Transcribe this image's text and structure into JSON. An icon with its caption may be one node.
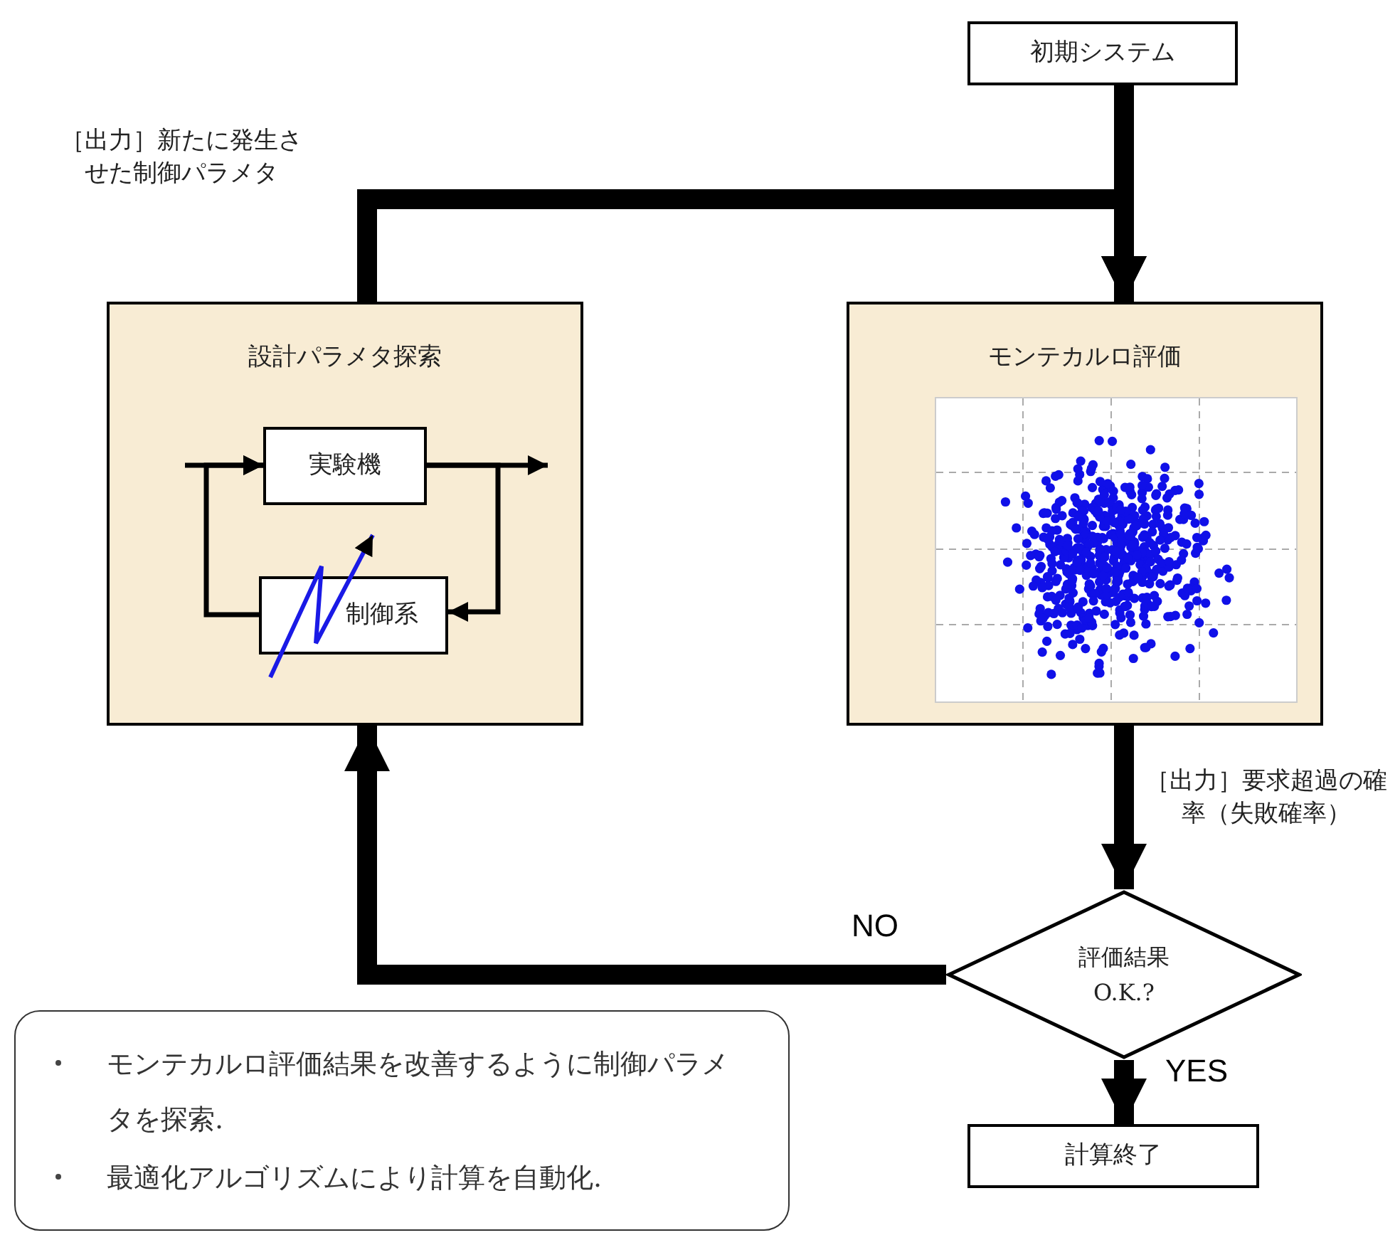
{
  "diagram": {
    "nodes": [
      {
        "text": [
          "初期システム"
        ]
      },
      {
        "text": [
          "設計パラメタ探索"
        ]
      },
      {
        "text": [
          "実験機"
        ],
        "in": 1
      },
      {
        "text": [
          "制御系"
        ],
        "in": 1
      },
      {
        "text": [
          "モンテカルロ評価"
        ]
      },
      {
        "text": [
          "評価結果 O.K.?"
        ]
      },
      {
        "text": [
          "計算終了"
        ]
      },
      {
        "text": [
          "モンテカルロ評価結果を改善するように制御パラメタを探索.",
          "最適化アルゴリズムにより計算を自動化."
        ]
      }
    ],
    "edges": [
      {
        "from": 0,
        "to": 4,
        "arrow": "to"
      },
      {
        "from": 1,
        "to": 4,
        "arrow": "to",
        "label": "［出力］新たに発生させた制御パラメタ"
      },
      {
        "from": 4,
        "to": 5,
        "arrow": "to",
        "label": "［出力］要求超過の確率（失敗確率）"
      },
      {
        "from": 5,
        "to": 1,
        "arrow": "to",
        "label": "NO"
      },
      {
        "from": 5,
        "to": 6,
        "arrow": "to",
        "label": "YES"
      },
      {
        "from": null,
        "to": 2,
        "arrow": "to"
      },
      {
        "from": 2,
        "to": null,
        "arrow": "to"
      },
      {
        "from": 2,
        "to": 3,
        "arrow": "to"
      },
      {
        "from": 3,
        "to": 2,
        "arrow": "to"
      }
    ]
  }
}
